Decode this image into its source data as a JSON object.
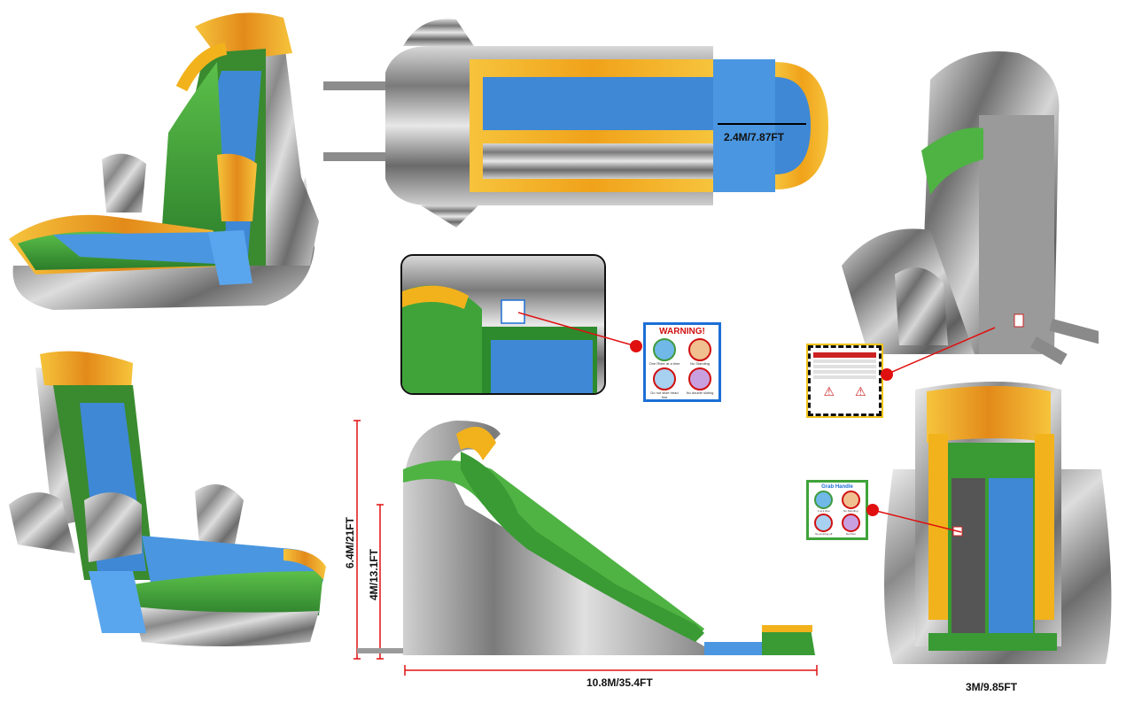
{
  "dimensions": {
    "top_width": "2.4M/7.87FT",
    "total_height": "6.4M/21FT",
    "platform_height": "4M/13.1FT",
    "length": "10.8M/35.4FT",
    "front_width": "3M/9.85FT"
  },
  "warning_sign": {
    "title": "WARNING!",
    "items": [
      "One Rider at a time",
      "No Standing",
      "Do not slide head first",
      "No double sliding"
    ]
  },
  "grab_handle_sign": {
    "title": "Grab Handle",
    "items": [
      "1 at a time",
      "No Standing",
      "No jumping off",
      "No Flips"
    ]
  },
  "colors": {
    "gray_marble": "#9a9a9a",
    "yellow_trim": "#f2b21c",
    "green_wall": "#3fa33a",
    "blue_slide": "#3f88d6",
    "callout_red": "#e01010"
  }
}
